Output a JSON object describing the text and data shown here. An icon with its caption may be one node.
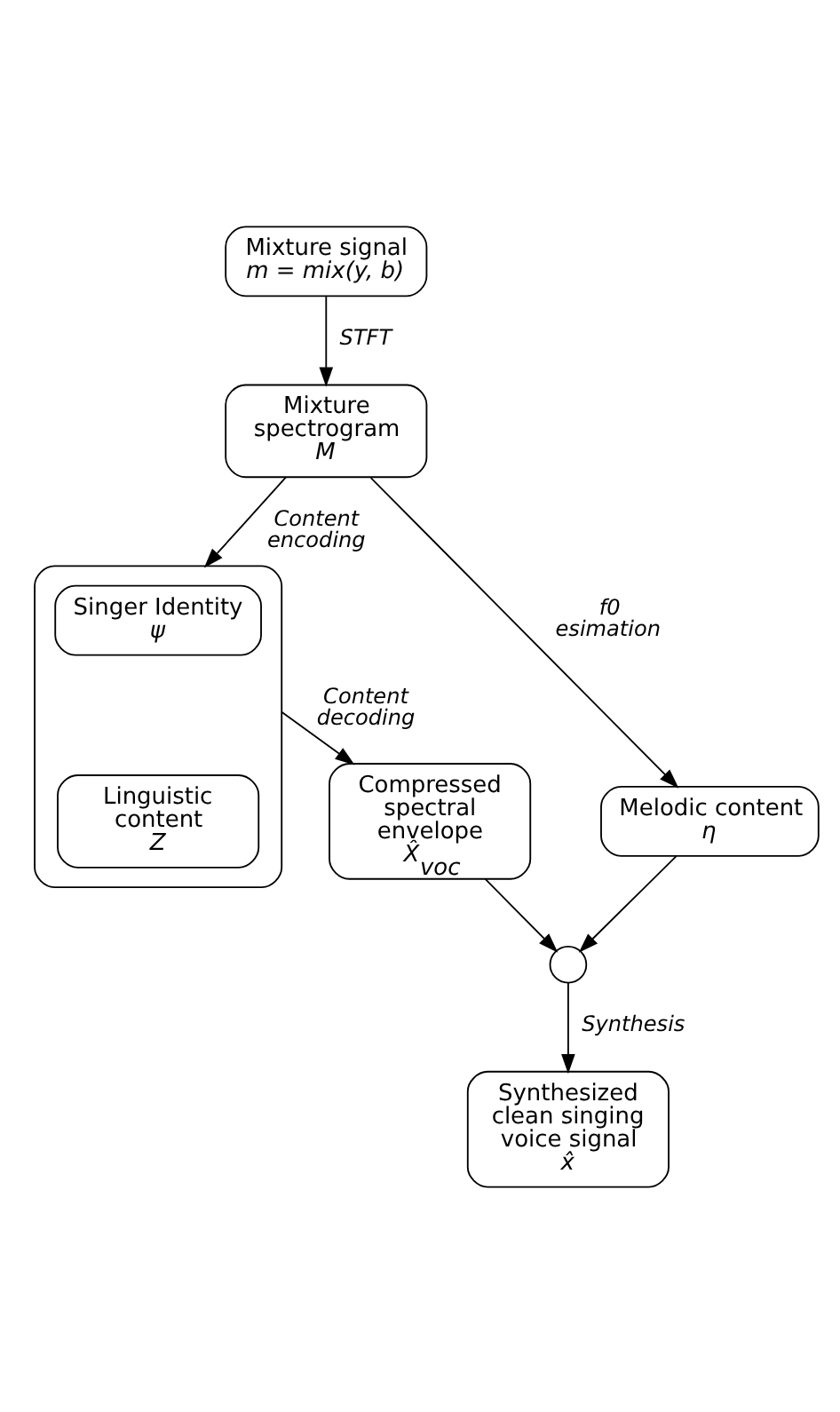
{
  "diagram": {
    "nodes": [
      {
        "text": [
          "Mixture signal",
          "m = mix(y, b)"
        ]
      },
      {
        "text": [
          "Mixture spectrogram",
          "M"
        ]
      },
      {
        "text": [],
        "shape": "box"
      },
      {
        "text": [
          "Singer Identity",
          "ψ"
        ],
        "in": 2
      },
      {
        "text": [
          "Linguistic content",
          "Z"
        ],
        "in": 2
      },
      {
        "text": [
          "Compressed spectral envelope",
          "X̂$_{voc}$"
        ]
      },
      {
        "text": [
          "Melodic content",
          "η"
        ]
      },
      {
        "text": [],
        "shape": "circle"
      },
      {
        "text": [
          "Synthesized clean singing voice signal",
          "x̂"
        ]
      }
    ],
    "edges": [
      {
        "from": 0,
        "to": 1,
        "arrow": "to",
        "label": "STFT"
      },
      {
        "from": 1,
        "to": 2,
        "arrow": "to",
        "label": "Content encoding"
      },
      {
        "from": 2,
        "to": 5,
        "arrow": "to",
        "label": "Content decoding"
      },
      {
        "from": 1,
        "to": 6,
        "arrow": "to",
        "label": "f0 esimation"
      },
      {
        "from": 6,
        "to": 7,
        "arrow": "to"
      },
      {
        "from": 5,
        "to": 7,
        "arrow": "to"
      },
      {
        "from": 7,
        "to": 8,
        "arrow": "to",
        "label": "Synthesis"
      }
    ]
  }
}
